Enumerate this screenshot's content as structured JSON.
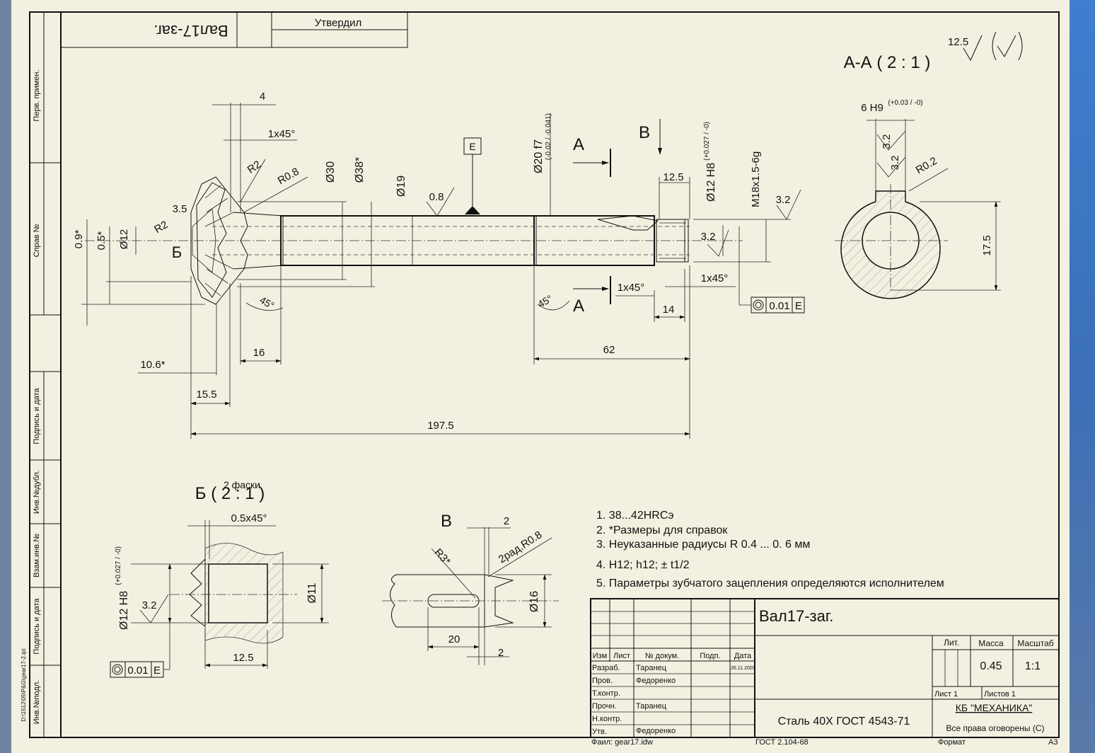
{
  "frame": {
    "title_upside": "Вал17-заг.",
    "approved": "Утвердил",
    "left_strip": {
      "perv_primen": "Перв. примен.",
      "sprav_no": "Справ №",
      "podpis_data_1": "Подпись и дата",
      "inv_dubl": "Инв.№дубл.",
      "vzam_inv": "Взам.инв.№",
      "podpis_data_2": "Подпись и дата",
      "inv_podl": "Инв.№подл.",
      "file_path": "D:\\1512\\05\\P&G\\gear17-2.ipt"
    }
  },
  "views": {
    "section_aa": "А-А ( 2 : 1 )",
    "detail_b": "Б ( 2 : 1 )",
    "detail_b_note": "2 фаски",
    "view_v": "В",
    "label_a_top": "А",
    "label_a_bottom": "А",
    "label_v_top": "В",
    "label_b_main": "Б",
    "datum_e": "E"
  },
  "roughness": {
    "general": "12.5",
    "main_08": "0.8",
    "main_32_top": "3.2",
    "main_32_mid": "3.2",
    "section_32_a": "3.2",
    "section_32_b": "3.2",
    "detail_32": "3.2"
  },
  "dimensions": {
    "d4": "4",
    "chamfer_1x45_top": "1x45°",
    "r2_top": "R2",
    "r08": "R0.8",
    "dia30": "Ø30",
    "dia38": "Ø38*",
    "dia19": "Ø19",
    "dia20": "Ø20 f7",
    "dia20_tol": "(-0.02 / -0.041)",
    "dia12_h8": "Ø12 H8",
    "dia12_tol": "(+0.027 / -0)",
    "m18": "M18x1.5-6g",
    "d12_5_top": "12.5",
    "d3_5": "3.5",
    "r2_left": "R2",
    "d0_9": "0.9*",
    "d0_5": "0.5*",
    "dia12_left": "Ø12",
    "a45_left": "45°",
    "a45_right": "45°",
    "chamfer_1x45_mid": "1x45°",
    "chamfer_1x45_right": "1x45°",
    "d14": "14",
    "d16": "16",
    "d62": "62",
    "d10_6": "10.6*",
    "d15_5": "15.5",
    "d197_5": "197.5",
    "tol_frame_value": "0.01",
    "tol_frame_datum": "E",
    "sec_keyway": "6 H9",
    "sec_keyway_tol": "(+0.03 / -0)",
    "sec_r02": "R0.2",
    "sec_17_5": "17.5",
    "det_chamfer": "0.5x45°",
    "det_dia11": "Ø11",
    "det_12_5": "12.5",
    "det_dia12": "Ø12 H8",
    "det_dia12_tol": "(+0.027 / -0)",
    "v_d2_top": "2",
    "v_2rad": "2рад.R0.8",
    "v_r3": "R3*",
    "v_dia16": "Ø16",
    "v_d20": "20",
    "v_d2_bottom": "2"
  },
  "notes": [
    "1.  38...42HRCэ",
    "2.  *Размеры для справок",
    "3.  Неуказанные радиусы R 0.4 ... 0. 6 мм",
    "4.  H12; h12; ± t1/2",
    "5.  Параметры зубчатого зацепления определяются исполнителем"
  ],
  "title_block": {
    "designation": "Вал17-заг.",
    "material": "Сталь 40Х ГОСТ 4543-71",
    "company": "КБ \"МЕХАНИКА\"",
    "rights": "Все права оговорены (С)",
    "lit": "Лит.",
    "mass_label": "Масса",
    "scale_label": "Масштаб",
    "mass": "0.45",
    "scale": "1:1",
    "sheet": "Лист  1",
    "sheets": "Листов 1",
    "columns": [
      "Изм",
      "Лист",
      "№ докум.",
      "Подп.",
      "Дата"
    ],
    "rows": [
      {
        "role": "Разраб.",
        "name": "Таранец",
        "date": "26.11.2009"
      },
      {
        "role": "Пров.",
        "name": "Федоренко",
        "date": ""
      },
      {
        "role": "Т.контр.",
        "name": "",
        "date": ""
      },
      {
        "role": "Прочн.",
        "name": "Таранец",
        "date": ""
      },
      {
        "role": "Н.контр.",
        "name": "",
        "date": ""
      },
      {
        "role": "Утв.",
        "name": "Федоренко",
        "date": ""
      }
    ],
    "file": "Фаил: gear17.idw",
    "gost": "ГОСТ 2.104-68",
    "format_label": "Формат",
    "format": "А3"
  }
}
